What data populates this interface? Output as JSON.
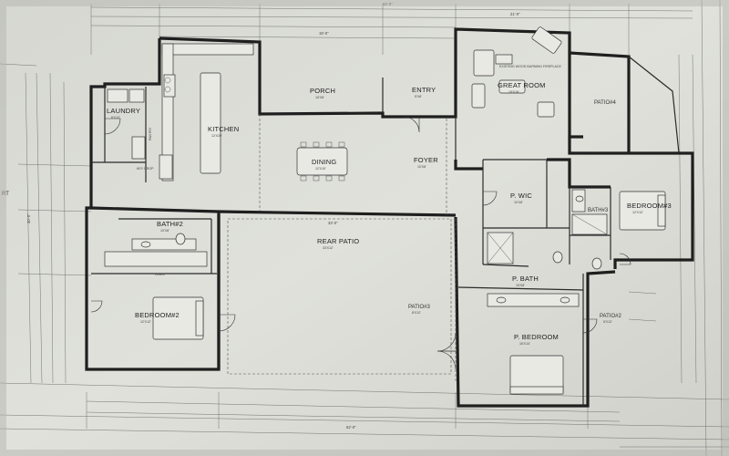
{
  "rooms": {
    "porch": {
      "label": "PORCH",
      "sub": "15'X8'"
    },
    "entry": {
      "label": "ENTRY",
      "sub": "5'X8'"
    },
    "great_room": {
      "label": "GREAT ROOM",
      "sub": "19'X16'"
    },
    "fireplace": {
      "label": "EXISTING WOOD BURNING FIREPLACE"
    },
    "patio4": {
      "label": "PATIO#4"
    },
    "laundry": {
      "label": "LAUNDRY",
      "sub": "6'X12'"
    },
    "kitchen": {
      "label": "KITCHEN",
      "sub": "12'X20'"
    },
    "dining": {
      "label": "DINING",
      "sub": "12'X10'"
    },
    "foyer": {
      "label": "FOYER",
      "sub": "10'X8'"
    },
    "p_wic": {
      "label": "P. WIC",
      "sub": "10'X8'"
    },
    "bath3": {
      "label": "BATH#3"
    },
    "bedroom3": {
      "label": "BEDROOM#3",
      "sub": "12'X12'"
    },
    "bath2": {
      "label": "BATH#2",
      "sub": "10'X8'"
    },
    "rear_patio": {
      "label": "REAR PATIO",
      "sub": "33'X12'"
    },
    "bedroom2": {
      "label": "BEDROOM#2",
      "sub": "12'X12'"
    },
    "patio3": {
      "label": "PATIO#3",
      "sub": "8'X12'"
    },
    "p_bath": {
      "label": "P. BATH",
      "sub": "15'X8'"
    },
    "p_bedroom": {
      "label": "P. BEDROOM",
      "sub": "16'X14'"
    },
    "patio2": {
      "label": "PATIO#2",
      "sub": "5'X12'"
    },
    "key_drop": {
      "label": "KEY DROP"
    },
    "pantry": {
      "label": "PANTRY"
    },
    "linen": {
      "label": "LINEN"
    }
  },
  "edge_labels": {
    "left_cut": "RT"
  },
  "dimensions": {
    "top_total": "62'-0\"",
    "bottom_total": "62'-0\"",
    "left_total": "30'-0\"",
    "porch_span": "15'-0\"",
    "rear_patio_span": "33'-0\"",
    "great_span": "21'-0\""
  },
  "colors": {
    "paper": "#dcddd7",
    "ink": "#1f1f1f"
  }
}
